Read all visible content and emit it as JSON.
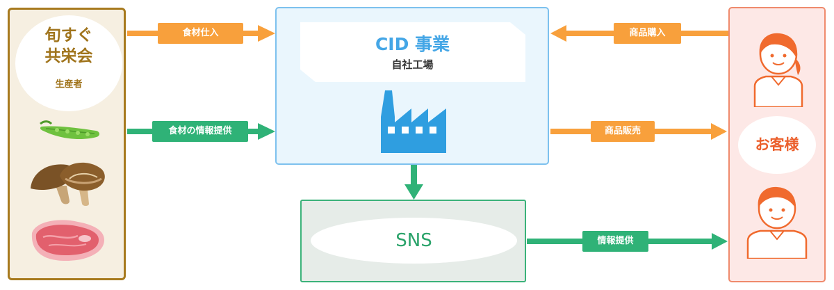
{
  "producer": {
    "name": "旬すぐ\n共栄会",
    "subtitle": "生産者"
  },
  "factory": {
    "title": "CID 事業",
    "subtitle": "自社工場",
    "icon": "factory-icon"
  },
  "sns": {
    "label": "SNS"
  },
  "customer": {
    "label": "お客様",
    "icons": [
      "customer-top-icon",
      "customer-bottom-icon"
    ]
  },
  "arrows": {
    "ingredient_purchase": "食材仕入",
    "ingredient_info": "食材の情報提供",
    "product_purchase": "商品購入",
    "product_sales": "商品販売",
    "info_provision": "情報提供"
  },
  "colors": {
    "orange": "#f8a03c",
    "green": "#2fb277",
    "producer_border": "#a77a1e",
    "factory_border": "#7dc1ee",
    "sns_border": "#3bb27a",
    "customer_border": "#ef8a6c"
  }
}
